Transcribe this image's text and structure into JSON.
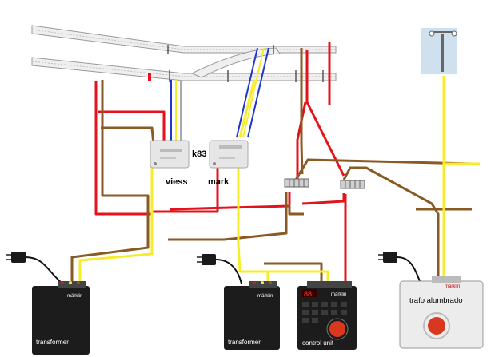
{
  "labels": {
    "k83": "k83",
    "viess": "viess",
    "mark": "mark",
    "transformer_left": "transformer",
    "transformer_mid": "transformer",
    "control_unit": "control unit",
    "trafo_alumbrado": "trafo alumbrado",
    "brand": "märklin",
    "display": "88"
  },
  "colors": {
    "red": "#e4131b",
    "brown": "#8a5a24",
    "yellow": "#f7ec2a",
    "blue": "#2036c8",
    "black": "#111111",
    "device_dark": "#1c1c1c",
    "rail_fill": "#efefef",
    "rail_edge": "#9a9a9a",
    "knob_red": "#d9381e"
  },
  "icons": [
    "power-plug-icon",
    "track-rail-icon",
    "decoder-module-icon",
    "terminal-strip-icon",
    "lamp-post-icon",
    "dial-knob-icon"
  ]
}
